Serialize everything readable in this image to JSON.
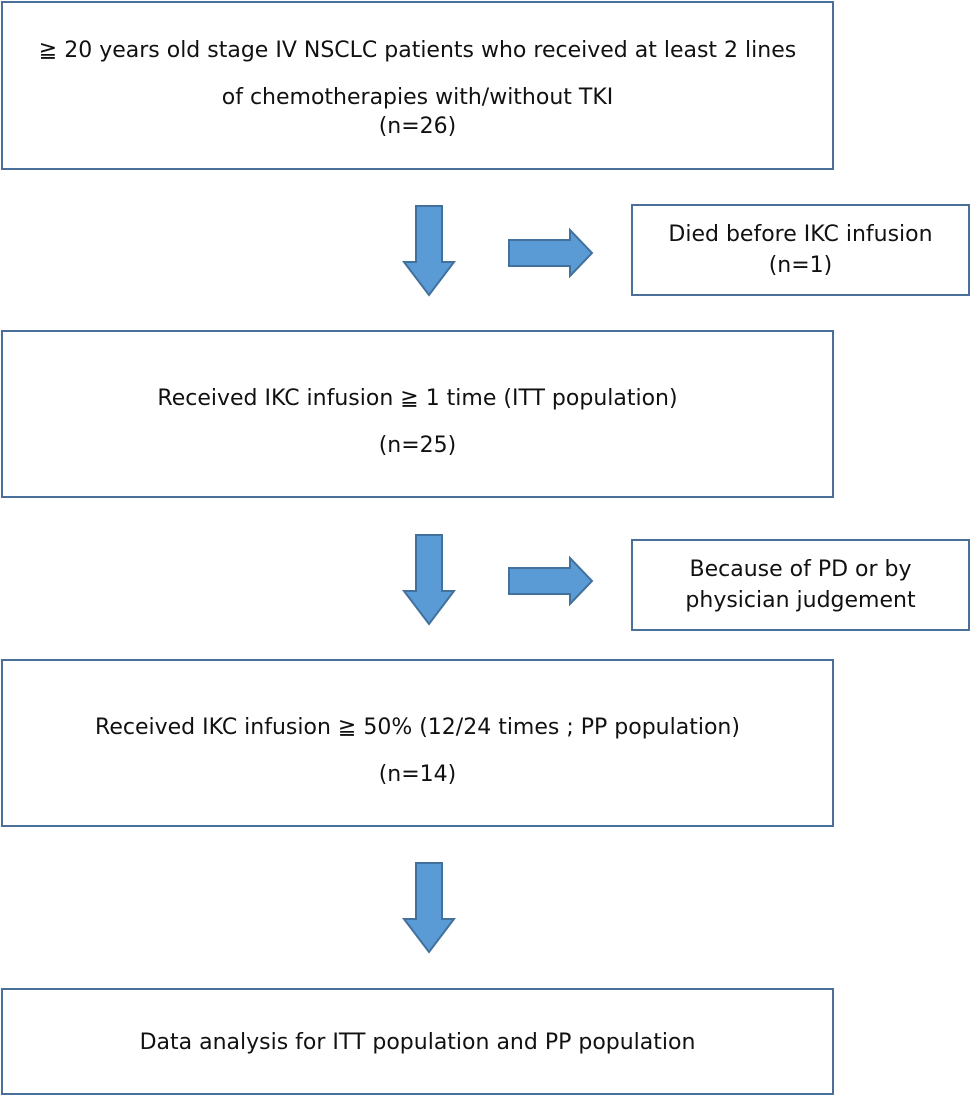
{
  "flowchart": {
    "eligibility": {
      "line1": "≧ 20 years old stage IV NSCLC patients who received at least 2 lines",
      "line2": "of chemotherapies with/without TKI",
      "count": "(n=26)"
    },
    "excluded_1": {
      "line1": "Died before IKC infusion",
      "count": "(n=1)"
    },
    "itt": {
      "line1": "Received IKC infusion ≧ 1 time (ITT population)",
      "count": "(n=25)"
    },
    "excluded_2": {
      "line1": "Because of PD or by",
      "line2": "physician judgement"
    },
    "pp": {
      "line1": "Received IKC infusion ≧ 50% (12/24 times ; PP population)",
      "count": "(n=14)"
    },
    "analysis": {
      "line1": "Data analysis for ITT population and PP population"
    }
  },
  "colors": {
    "arrow_fill": "#5b9bd5",
    "arrow_stroke": "#41719c",
    "box_border": "#4a6f99"
  }
}
